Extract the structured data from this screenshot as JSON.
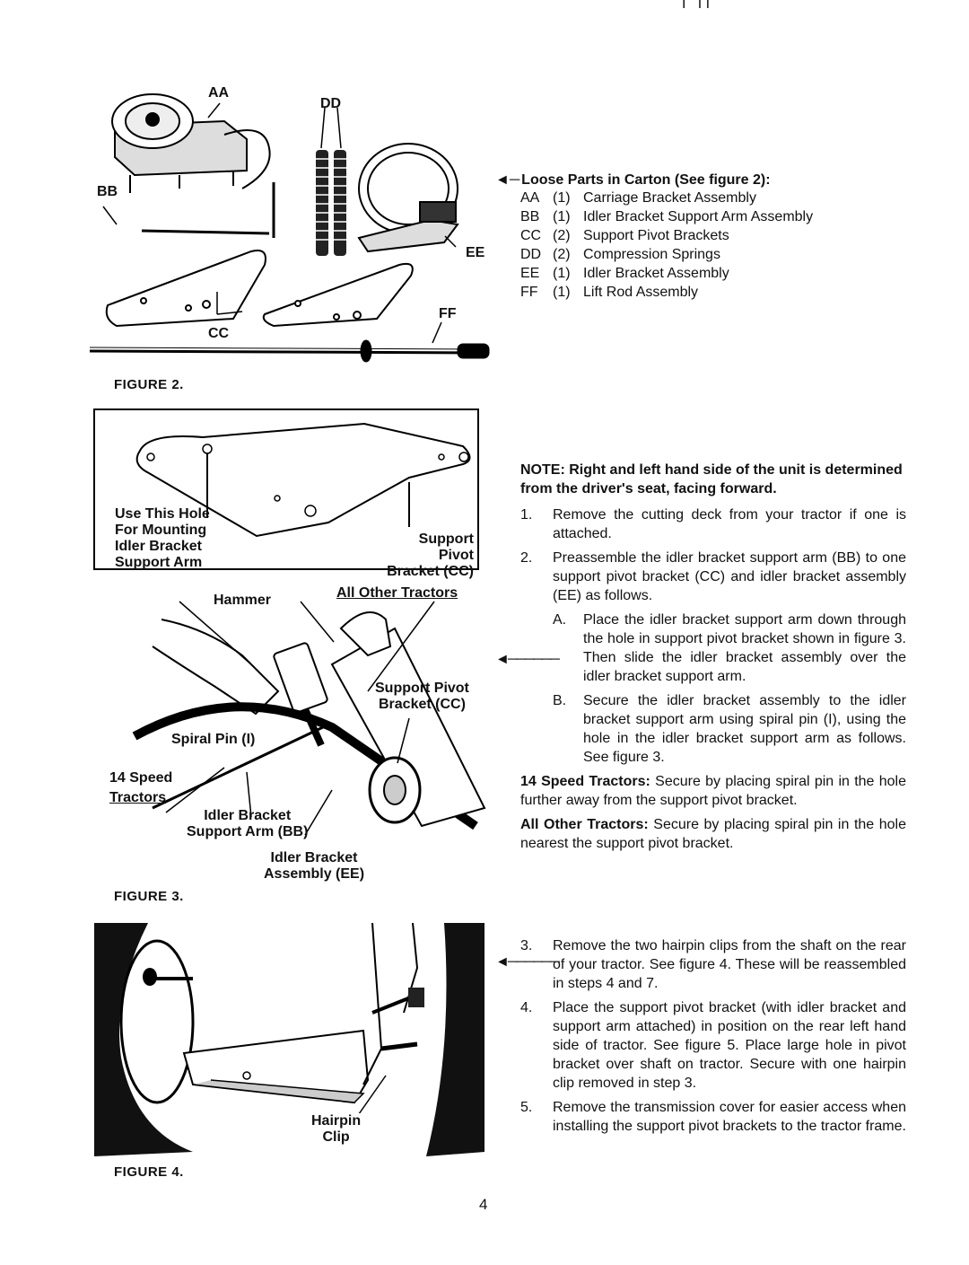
{
  "header_marks": "I   I I",
  "figure2": {
    "caption": "FIGURE 2.",
    "callouts": {
      "aa": "AA",
      "bb": "BB",
      "cc": "CC",
      "dd": "DD",
      "ee": "EE",
      "ff": "FF"
    }
  },
  "loose_parts": {
    "title": "Loose Parts in Carton (See figure 2):",
    "items": [
      {
        "code": "AA",
        "qty": "(1)",
        "name": "Carriage Bracket Assembly"
      },
      {
        "code": "BB",
        "qty": "(1)",
        "name": "Idler Bracket Support Arm Assembly"
      },
      {
        "code": "CC",
        "qty": "(2)",
        "name": "Support Pivot Brackets"
      },
      {
        "code": "DD",
        "qty": "(2)",
        "name": "Compression Springs"
      },
      {
        "code": "EE",
        "qty": "(1)",
        "name": "Idler Bracket Assembly"
      },
      {
        "code": "FF",
        "qty": "(1)",
        "name": "Lift Rod Assembly"
      }
    ]
  },
  "figure3": {
    "caption": "FIGURE 3.",
    "inset_left": [
      "Use This Hole",
      "For Mounting",
      "Idler Bracket",
      "Support Arm"
    ],
    "inset_right": [
      "Support Pivot",
      "Bracket (CC)"
    ],
    "hammer": "Hammer",
    "all_other_tractors": "All Other Tractors",
    "support_pivot_bracket": [
      "Support Pivot",
      "Bracket (CC)"
    ],
    "spiral_pin": "Spiral Pin (I)",
    "speed14": [
      "14 Speed",
      "Tractors"
    ],
    "idler_support_arm": [
      "Idler Bracket",
      "Support Arm (BB)"
    ],
    "idler_assembly": [
      "Idler Bracket",
      "Assembly (EE)"
    ]
  },
  "figure4": {
    "caption": "FIGURE 4.",
    "hairpin": [
      "Hairpin",
      "Clip"
    ]
  },
  "note": "NOTE: Right and left hand side of the unit is determined from the driver's seat, facing forward.",
  "steps_a": [
    {
      "num": "1.",
      "text": "Remove the cutting deck from your tractor if one is attached."
    },
    {
      "num": "2.",
      "text": "Preassemble the idler bracket support arm (BB) to one support pivot bracket (CC) and idler bracket assembly (EE) as follows."
    }
  ],
  "substeps": [
    {
      "num": "A.",
      "text": "Place the idler bracket support arm down through the hole in support pivot bracket shown in figure 3. Then slide the idler bracket assembly over the idler bracket support arm."
    },
    {
      "num": "B.",
      "text": "Secure the idler bracket assembly to the idler bracket support arm using spiral pin (I), using the hole in the idler bracket support arm as follows. See figure 3."
    }
  ],
  "speed14_note": {
    "label": "14 Speed Tractors:",
    "text": "Secure by placing spiral pin in the hole further away from the support pivot bracket."
  },
  "other_note": {
    "label": "All Other Tractors:",
    "text": "Secure by placing spiral pin in the hole nearest the support pivot bracket."
  },
  "steps_b": [
    {
      "num": "3.",
      "text": "Remove the two hairpin clips from the shaft on the rear of your tractor. See figure 4. These will be reassembled in steps 4 and 7."
    },
    {
      "num": "4.",
      "text": "Place the support pivot bracket (with idler bracket and support arm attached) in position on the rear left hand side of tractor. See figure 5. Place large hole in pivot bracket over shaft on tractor. Secure with one hairpin clip removed in step 3."
    },
    {
      "num": "5.",
      "text": "Remove the transmission cover for easier access when installing the support pivot brackets to the tractor frame."
    }
  ],
  "page_number": "4"
}
